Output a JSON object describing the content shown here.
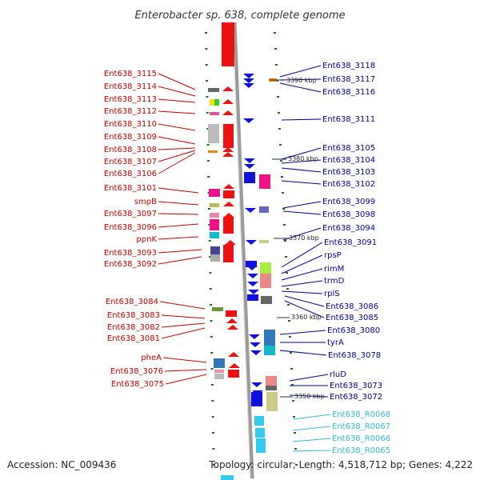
{
  "title": "Enterobacter sp. 638, complete genome",
  "accession_text": "Accession: NC_009436",
  "topology_text": "Topology: circular; Length: 4,518,712 bp; Genes: 4,222",
  "colors": {
    "forward_label": "#cc0000",
    "reverse_label": "#000099",
    "rna_label": "#33bbdd",
    "forward_gene": "#ee1111",
    "reverse_gene": "#1111dd",
    "rna_gene": "#33ccee",
    "backbone": "#888888",
    "tick": "#117711"
  },
  "scale_labels": [
    "3390 kbp",
    "3380 kbp",
    "3370 kbp",
    "3360 kbp",
    "3350 kbp"
  ],
  "left_labels": [
    "Ent638_3115",
    "Ent638_3114",
    "Ent638_3113",
    "Ent638_3112",
    "Ent638_3110",
    "Ent638_3109",
    "Ent638_3108",
    "Ent638_3107",
    "Ent638_3106",
    "Ent638_3101",
    "smpB",
    "Ent638_3097",
    "Ent638_3096",
    "ppnK",
    "Ent638_3093",
    "Ent638_3092",
    "Ent638_3084",
    "Ent638_3083",
    "Ent638_3082",
    "Ent638_3081",
    "pheA",
    "Ent638_3076",
    "Ent638_3075"
  ],
  "right_labels": [
    "Ent638_3118",
    "Ent638_3117",
    "Ent638_3116",
    "Ent638_3111",
    "Ent638_3105",
    "Ent638_3104",
    "Ent638_3103",
    "Ent638_3102",
    "Ent638_3099",
    "Ent638_3098",
    "Ent638_3094",
    "Ent638_3091",
    "rpsP",
    "rimM",
    "trmD",
    "rplS",
    "Ent638_3086",
    "Ent638_3085",
    "Ent638_3080",
    "tyrA",
    "Ent638_3078",
    "rluD",
    "Ent638_3073",
    "Ent638_3072"
  ],
  "rna_labels": [
    "Ent638_R0068",
    "Ent638_R0067",
    "Ent638_R0066",
    "Ent638_R0065"
  ]
}
